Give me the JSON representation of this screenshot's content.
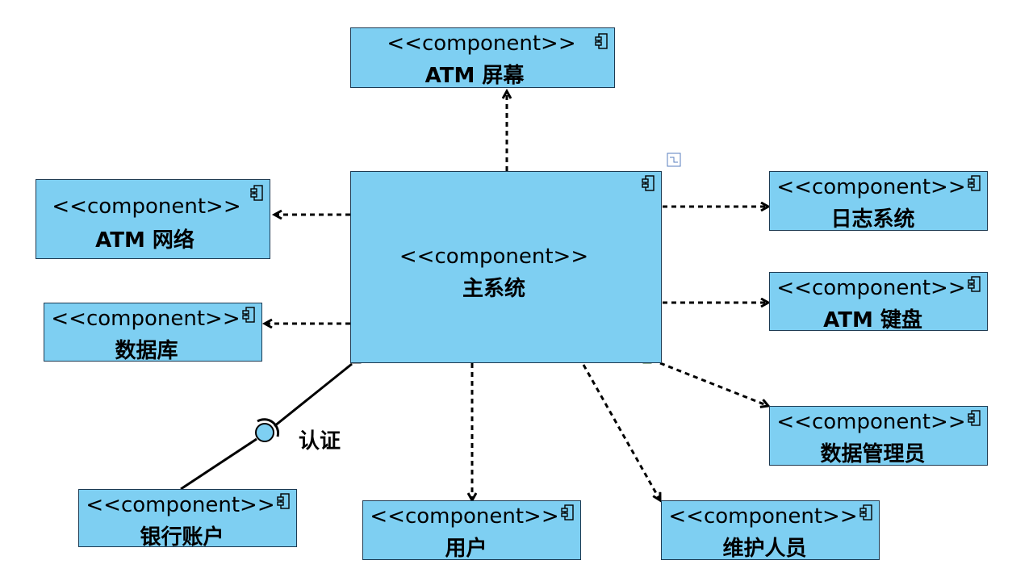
{
  "colors": {
    "fill": "#7ecff2",
    "border": "#1d3a52",
    "line": "#000000"
  },
  "components": {
    "main": {
      "stereotype": "<<component>>",
      "name": "主系统"
    },
    "screen": {
      "stereotype": "<<component>>",
      "name": "ATM 屏幕"
    },
    "network": {
      "stereotype": "<<component>>",
      "name": "ATM 网络"
    },
    "database": {
      "stereotype": "<<component>>",
      "name": "数据库"
    },
    "log": {
      "stereotype": "<<component>>",
      "name": "日志系统"
    },
    "keyboard": {
      "stereotype": "<<component>>",
      "name": "ATM 键盘"
    },
    "dbadmin": {
      "stereotype": "<<component>>",
      "name": "数据管理员"
    },
    "bank": {
      "stereotype": "<<component>>",
      "name": "银行账户"
    },
    "user": {
      "stereotype": "<<component>>",
      "name": "用户"
    },
    "maintainer": {
      "stereotype": "<<component>>",
      "name": "维护人员"
    }
  },
  "interface": {
    "label": "认证"
  },
  "icon_name": "component-icon"
}
